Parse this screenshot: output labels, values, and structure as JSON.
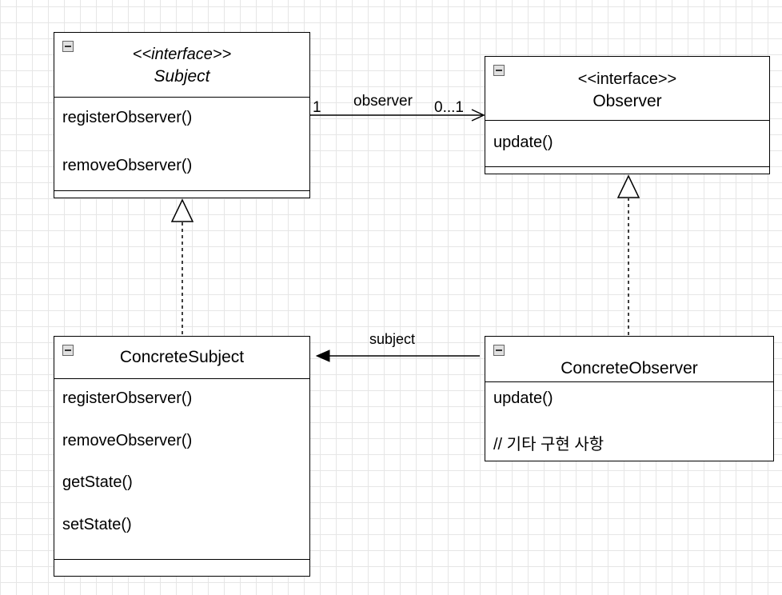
{
  "classes": {
    "subject": {
      "stereotype": "<<interface>>",
      "name": "Subject",
      "operations": [
        "registerObserver()",
        "removeObserver()"
      ]
    },
    "observer": {
      "stereotype": "<<interface>>",
      "name": "Observer",
      "operations": [
        "update()"
      ]
    },
    "concrete_subject": {
      "name": "ConcreteSubject",
      "operations": [
        "registerObserver()",
        "removeObserver()",
        "getState()",
        "setState()"
      ]
    },
    "concrete_observer": {
      "name": "ConcreteObserver",
      "operations": [
        "update()",
        "// 기타 구현 사항"
      ]
    }
  },
  "associations": {
    "subject_observer": {
      "role": "observer",
      "source_multiplicity": "1",
      "target_multiplicity": "0...1"
    },
    "observer_subject": {
      "role": "subject"
    }
  }
}
